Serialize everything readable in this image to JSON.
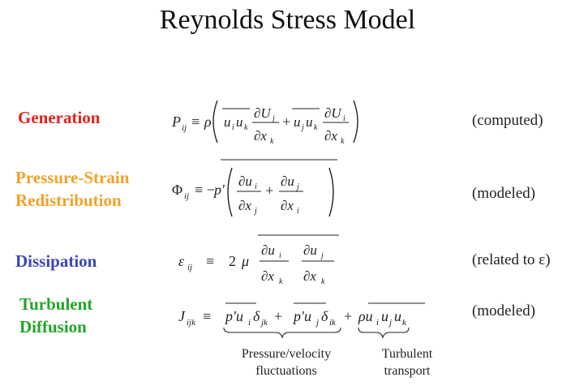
{
  "title": "Reynolds Stress Model",
  "colors": {
    "generation": "#e8201c",
    "pressure_strain": "#f3a12a",
    "dissipation": "#3b46b8",
    "diffusion": "#23a528"
  },
  "rows": [
    {
      "label": [
        "Generation"
      ],
      "note": "(computed)"
    },
    {
      "label": [
        "Pressure-Strain",
        "Redistribution"
      ],
      "note": "(modeled)"
    },
    {
      "label": [
        "Dissipation"
      ],
      "note": "(related to ε)"
    },
    {
      "label": [
        "Turbulent",
        "Diffusion"
      ],
      "note": "(modeled)"
    }
  ],
  "brace_labels": {
    "pressure": [
      "Pressure/velocity",
      "fluctuations"
    ],
    "turbulent": [
      "Turbulent",
      "transport"
    ]
  }
}
